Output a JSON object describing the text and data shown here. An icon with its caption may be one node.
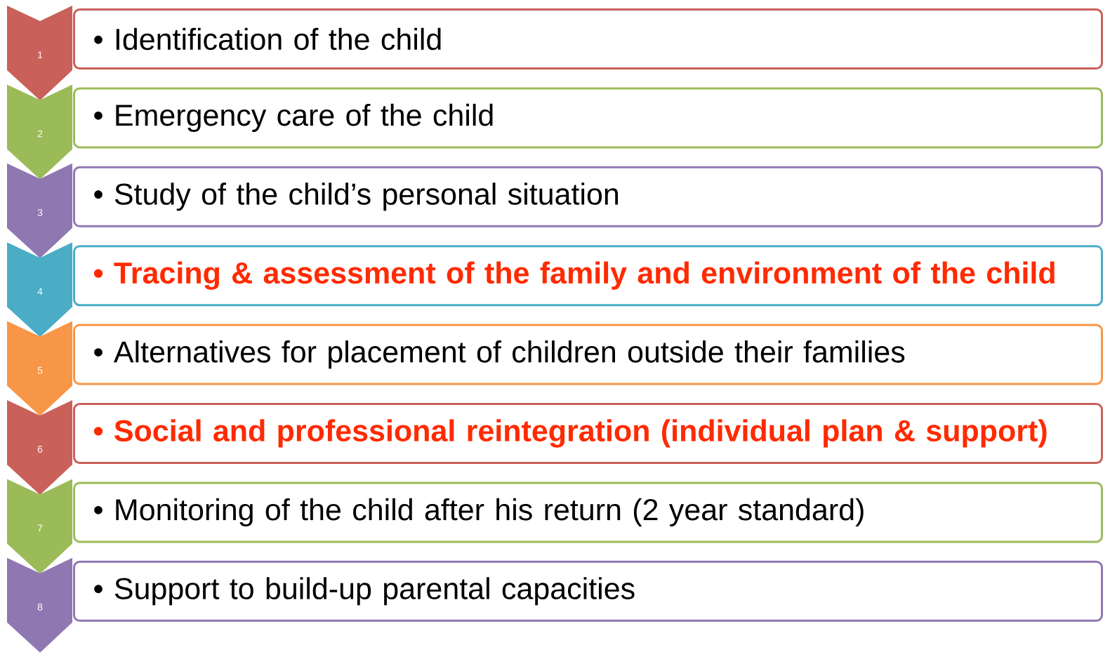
{
  "diagram": {
    "nodes": [
      {
        "text": [
          "1"
        ]
      },
      {
        "text": [
          "• Identification of the child"
        ]
      },
      {
        "text": [
          "2"
        ]
      },
      {
        "text": [
          "• Emergency care of the child"
        ]
      },
      {
        "text": [
          "3"
        ]
      },
      {
        "text": [
          "• Study of the child’s personal situation"
        ]
      },
      {
        "text": [
          "4"
        ]
      },
      {
        "text": [
          "• Tracing & assessment of the family and environment of the child"
        ]
      },
      {
        "text": [
          "5"
        ]
      },
      {
        "text": [
          "• Alternatives for placement of children outside their families"
        ]
      },
      {
        "text": [
          "6"
        ]
      },
      {
        "text": [
          "• Social and professional reintegration (individual plan & support)"
        ]
      },
      {
        "text": [
          "7"
        ]
      },
      {
        "text": [
          "• Monitoring of the child after his return (2 year standard)"
        ]
      },
      {
        "text": [
          "8"
        ]
      },
      {
        "text": [
          "• Support to build-up parental capacities"
        ]
      }
    ]
  }
}
